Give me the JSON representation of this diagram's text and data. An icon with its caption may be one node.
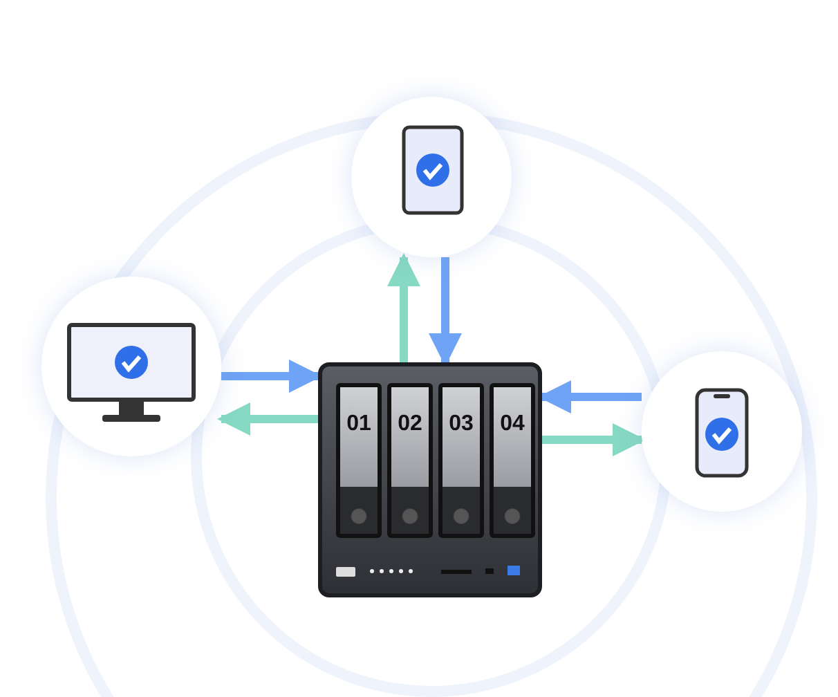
{
  "diagram": {
    "nodes": [
      {
        "text": [],
        "shape": "picture"
      },
      {
        "text": [],
        "shape": "picture"
      },
      {
        "text": [],
        "shape": "picture"
      },
      {
        "text": [
          "01"
        ],
        "in": 2
      },
      {
        "text": [
          "02"
        ],
        "in": 2
      },
      {
        "text": [
          "03"
        ],
        "in": 2
      },
      {
        "text": [
          "04"
        ],
        "in": 2
      },
      {
        "text": [],
        "shape": "picture"
      }
    ],
    "edges": [
      {
        "from": 2,
        "to": 0,
        "arrow": "to",
        "color": "#86d9c2"
      },
      {
        "from": 0,
        "to": 2,
        "arrow": "to",
        "color": "#6fa3f5"
      },
      {
        "from": 1,
        "to": 2,
        "arrow": "to",
        "color": "#6fa3f5"
      },
      {
        "from": 2,
        "to": 1,
        "arrow": "to",
        "color": "#86d9c2"
      },
      {
        "from": 7,
        "to": 2,
        "arrow": "to",
        "color": "#6fa3f5"
      },
      {
        "from": 2,
        "to": 7,
        "arrow": "to",
        "color": "#86d9c2"
      }
    ]
  }
}
